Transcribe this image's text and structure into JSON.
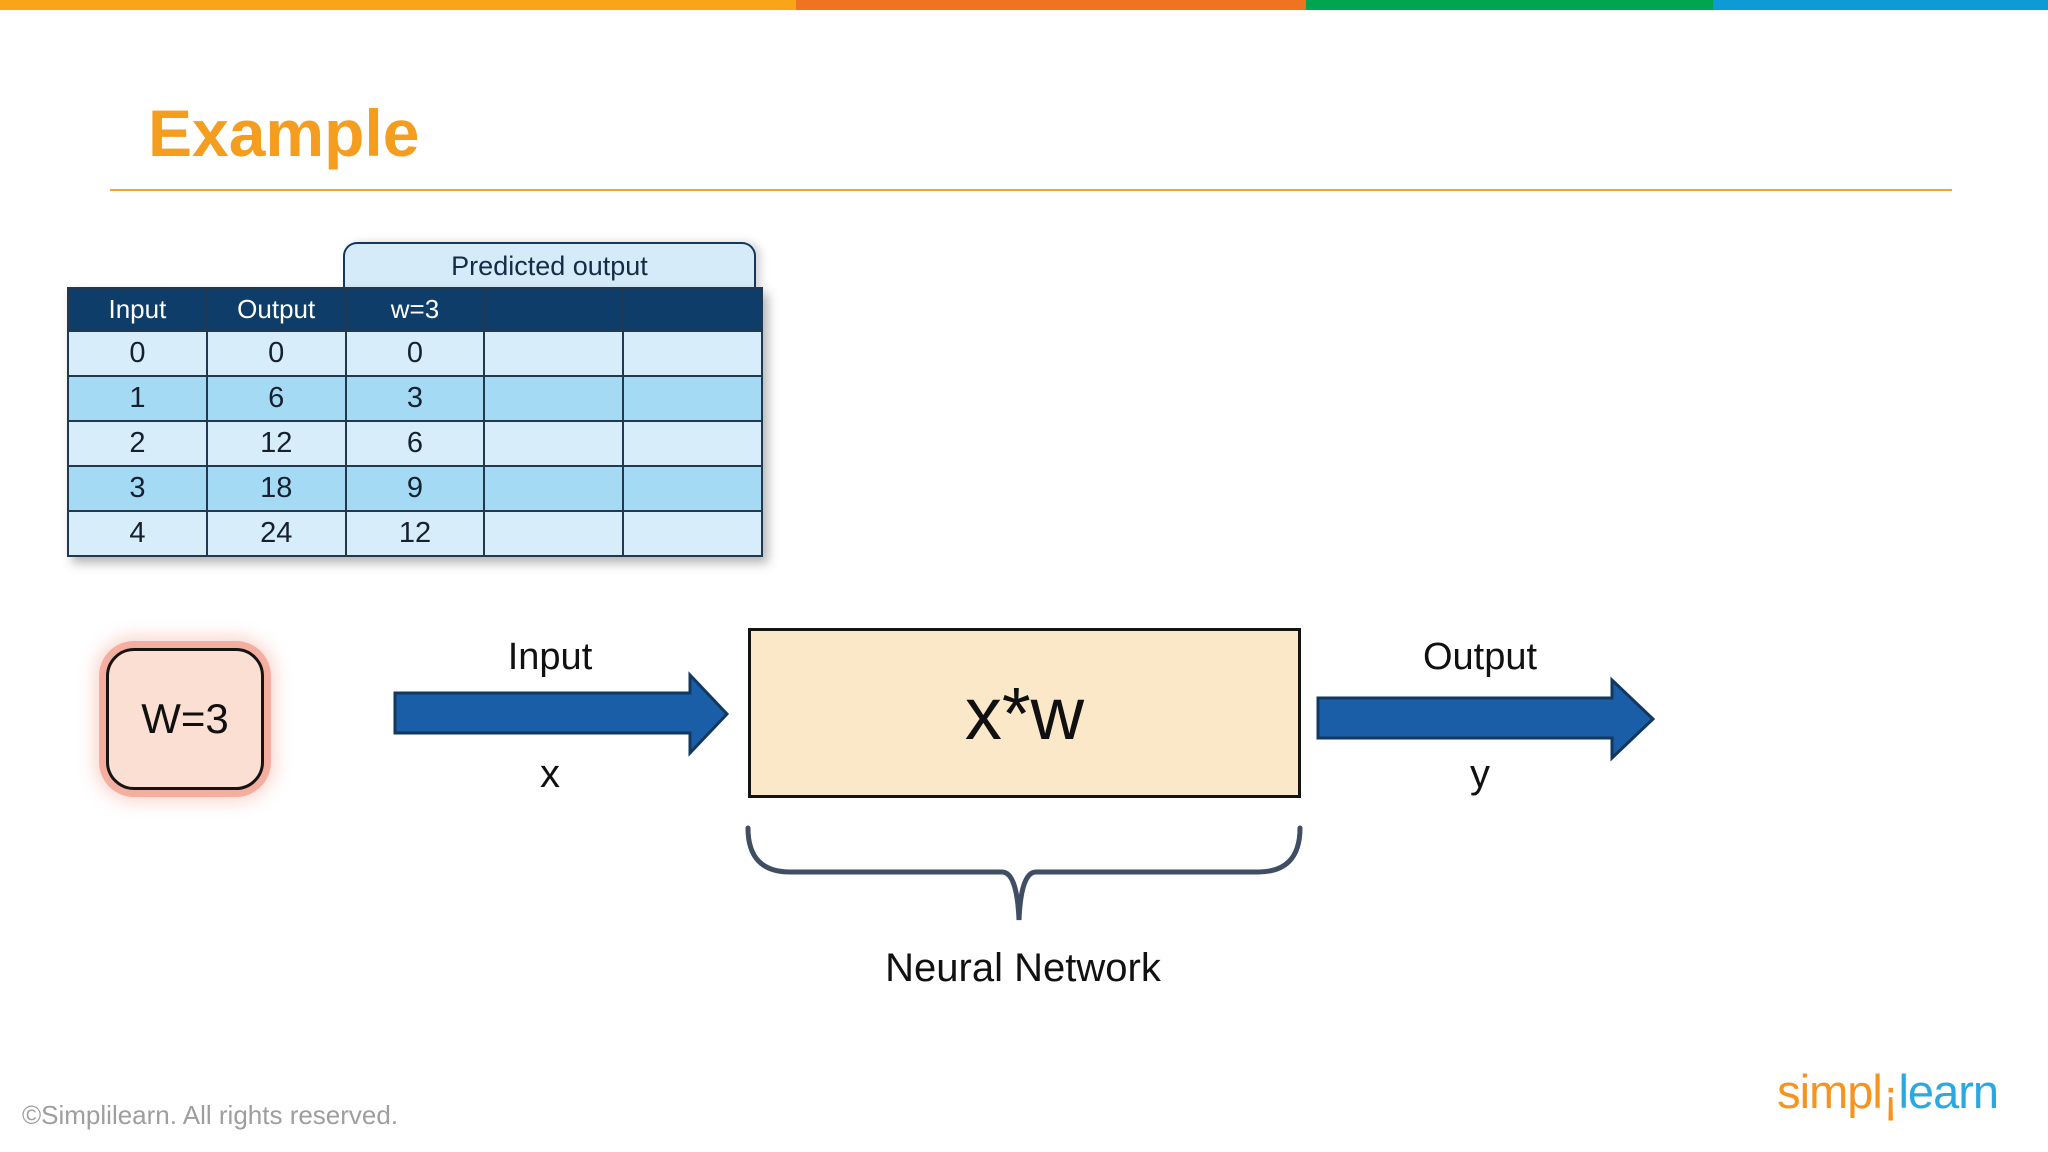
{
  "title": "Example",
  "table": {
    "tab_label": "Predicted output",
    "headers": [
      "Input",
      "Output",
      "w=3",
      "",
      ""
    ],
    "rows": [
      [
        "0",
        "0",
        "0",
        "",
        ""
      ],
      [
        "1",
        "6",
        "3",
        "",
        ""
      ],
      [
        "2",
        "12",
        "6",
        "",
        ""
      ],
      [
        "3",
        "18",
        "9",
        "",
        ""
      ],
      [
        "4",
        "24",
        "12",
        "",
        ""
      ]
    ]
  },
  "diagram": {
    "weight_label": "W=3",
    "input_label": "Input",
    "input_var": "x",
    "box_label": "x*w",
    "output_label": "Output",
    "output_var": "y",
    "brace_label": "Neural Network"
  },
  "footer": {
    "copyright": "©Simplilearn. All rights reserved.",
    "logo": {
      "part1": "simpl",
      "separator": "¡",
      "part2": "learn"
    }
  },
  "colors": {
    "topbar_amber": "#F9A51A",
    "topbar_orange": "#F07322",
    "topbar_green": "#00A551",
    "topbar_blue": "#0D9BD5",
    "title_orange": "#F59D1E",
    "divider_orange": "#E9A43C",
    "table_header_bg": "#0E3D6A",
    "table_row_light": "#D7EDFA",
    "table_row_dark": "#A5DAF4",
    "table_tab_bg": "#D6EBF9",
    "table_border": "#22384E",
    "arrow_blue": "#1B5EA8",
    "arrow_border": "#12385F",
    "process_box_fill": "#FAE8C8",
    "weight_box_fill": "#FCDFD3",
    "weight_box_glow": "#F28E7A",
    "brace_color": "#3F4E63",
    "logo_orange": "#F7941E",
    "logo_blue": "#2BA8E0",
    "copyright_gray": "#9E9E9E"
  }
}
